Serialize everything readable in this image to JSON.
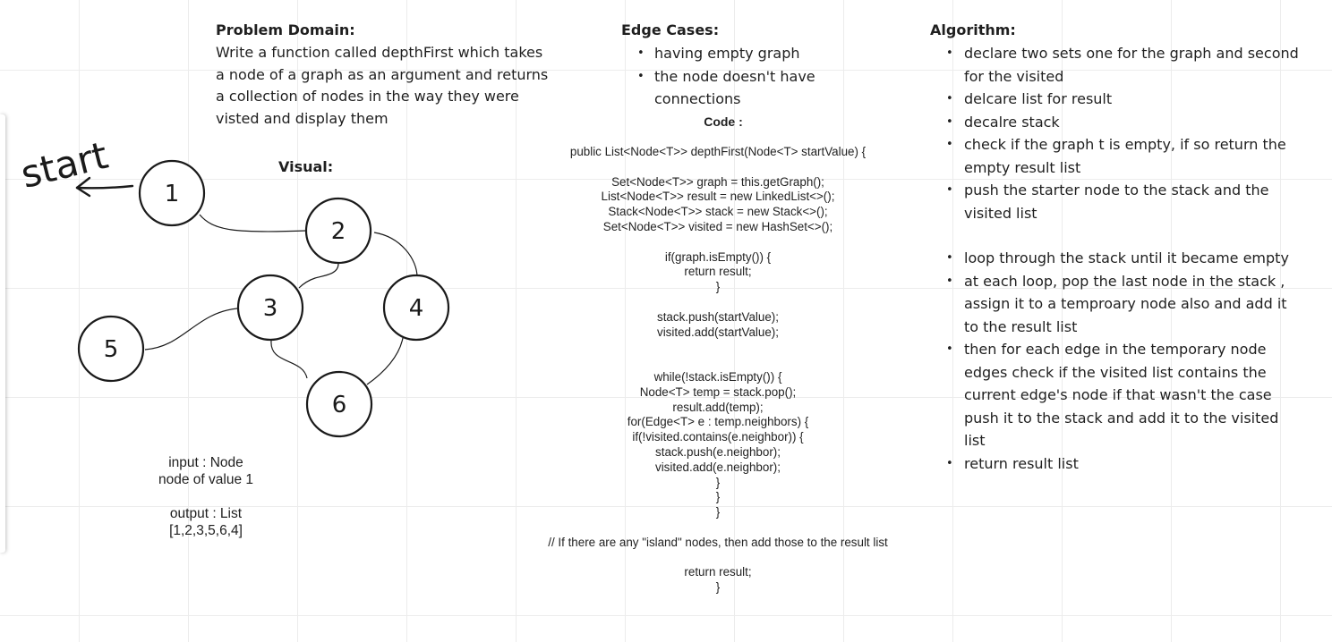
{
  "problem": {
    "title": "Problem Domain:",
    "lines": [
      "Write a function called depthFirst which takes",
      "a node of a graph as an argument and returns",
      "a collection of nodes in the way they were",
      "visted and display them"
    ]
  },
  "edge_cases": {
    "title": "Edge Cases:",
    "items": [
      "having empty graph",
      "the node doesn't have connections"
    ]
  },
  "algorithm": {
    "title": "Algorithm:",
    "items": [
      "declare two sets one for the graph and second for the visited",
      "delcare list for result",
      "decalre stack",
      "check if the graph t is empty, if so return the empty result list",
      "push the starter node to the stack and the visited list",
      "loop through the stack until it became empty",
      "at each loop, pop the last node in the stack , assign it to a temproary node also and add it to the result list",
      "then for each edge in the temporary node edges check if the visited list contains the current edge's node if that wasn't the case push it to the stack and add it to the visited list",
      "return result list"
    ]
  },
  "code": {
    "title": "Code :",
    "text": "public List<Node<T>> depthFirst(Node<T> startValue) {\n\nSet<Node<T>> graph = this.getGraph();\nList<Node<T>> result = new LinkedList<>();\nStack<Node<T>> stack = new Stack<>();\nSet<Node<T>> visited = new HashSet<>();\n\nif(graph.isEmpty()) {\nreturn result;\n}\n\nstack.push(startValue);\nvisited.add(startValue);\n\n\nwhile(!stack.isEmpty()) {\nNode<T> temp = stack.pop();\nresult.add(temp);\nfor(Edge<T> e : temp.neighbors) {\nif(!visited.contains(e.neighbor)) {\nstack.push(e.neighbor);\nvisited.add(e.neighbor);\n}\n}\n}\n\n// If there are any \"island\" nodes, then add those to the result list\n\nreturn result;\n}"
  },
  "visual": {
    "title": "Visual:",
    "annotation": "start",
    "nodes": [
      {
        "id": "1",
        "label": "1"
      },
      {
        "id": "2",
        "label": "2"
      },
      {
        "id": "3",
        "label": "3"
      },
      {
        "id": "4",
        "label": "4"
      },
      {
        "id": "5",
        "label": "5"
      },
      {
        "id": "6",
        "label": "6"
      }
    ],
    "edges": [
      [
        "1",
        "2"
      ],
      [
        "2",
        "3"
      ],
      [
        "2",
        "4"
      ],
      [
        "3",
        "5"
      ],
      [
        "3",
        "6"
      ],
      [
        "4",
        "6"
      ]
    ]
  },
  "io": {
    "text": "input : Node\nnode of value 1\n\noutput : List\n[1,2,3,5,6,4]"
  }
}
